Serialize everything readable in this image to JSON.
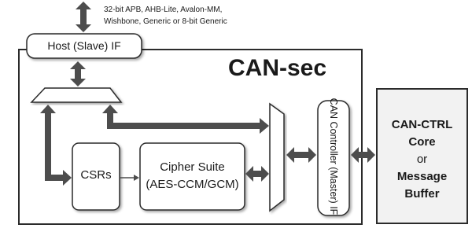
{
  "interface_note": {
    "line1": "32-bit APB, AHB-Lite,  Avalon-MM,",
    "line2": "Wishbone, Generic or 8-bit Generic"
  },
  "host_if": {
    "label": "Host (Slave) IF"
  },
  "main_block": {
    "title": "CAN-sec"
  },
  "csrs": {
    "label": "CSRs"
  },
  "cipher_suite": {
    "line1": "Cipher Suite",
    "line2": "(AES-CCM/GCM)"
  },
  "can_controller_if": {
    "label": "CAN Controller (Master) IF"
  },
  "can_ctrl": {
    "line1": "CAN-CTRL",
    "line2": "Core",
    "line3": "or",
    "line4": "Message",
    "line5": "Buffer"
  },
  "colors": {
    "arrow": "#4d4d4d",
    "border": "#2b2b2b",
    "outer_block": "#f2f2f2",
    "text": "#1a1a1a"
  }
}
